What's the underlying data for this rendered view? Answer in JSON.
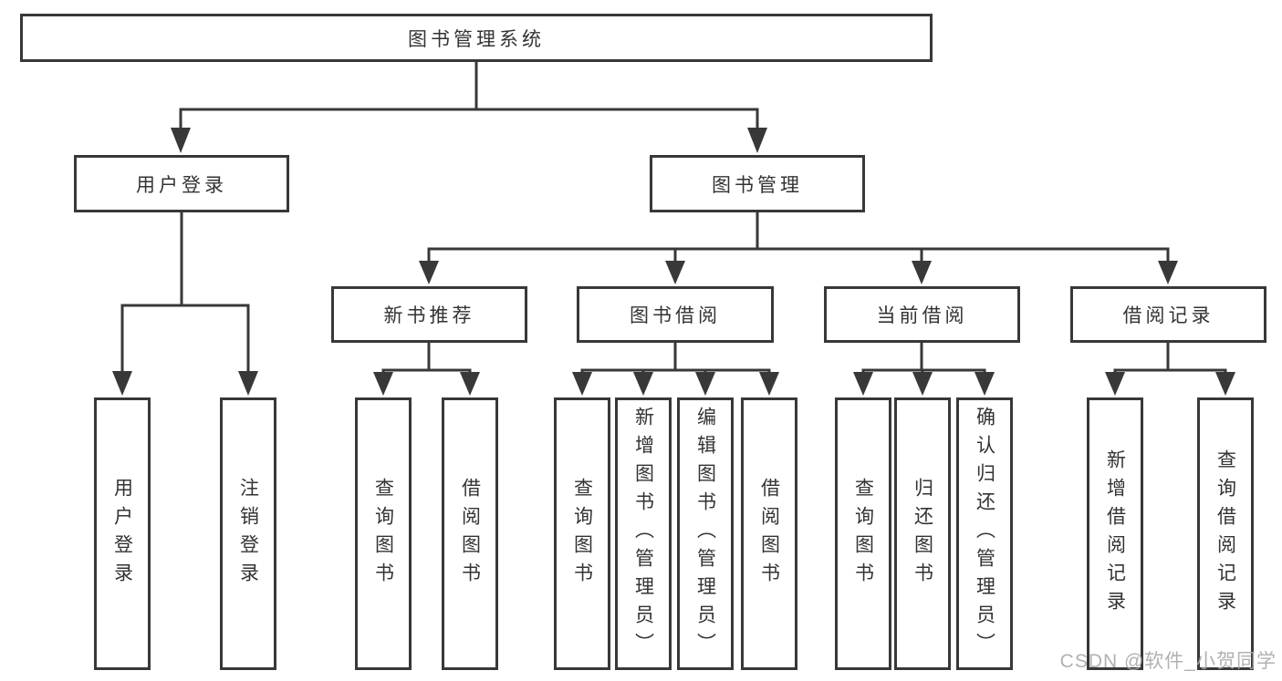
{
  "diagram": {
    "root": {
      "label": "图书管理系统"
    },
    "branches": [
      {
        "label": "用户登录",
        "children": [
          {
            "label": "用户登录"
          },
          {
            "label": "注销登录"
          }
        ]
      },
      {
        "label": "图书管理",
        "children": [
          {
            "label": "新书推荐",
            "children": [
              {
                "label": "查询图书"
              },
              {
                "label": "借阅图书"
              }
            ]
          },
          {
            "label": "图书借阅",
            "children": [
              {
                "label": "查询图书"
              },
              {
                "label": "新增图书（管理员）"
              },
              {
                "label": "编辑图书（管理员）"
              },
              {
                "label": "借阅图书"
              }
            ]
          },
          {
            "label": "当前借阅",
            "children": [
              {
                "label": "查询图书"
              },
              {
                "label": "归还图书"
              },
              {
                "label": "确认归还（管理员）"
              }
            ]
          },
          {
            "label": "借阅记录",
            "children": [
              {
                "label": "新增借阅记录"
              },
              {
                "label": "查询借阅记录"
              }
            ]
          }
        ]
      }
    ]
  },
  "watermark": {
    "text": "CSDN @软件_小贺同学"
  },
  "colors": {
    "line": "#383838",
    "text": "#333333",
    "background": "#ffffff",
    "watermark": "#a8a8a8"
  }
}
